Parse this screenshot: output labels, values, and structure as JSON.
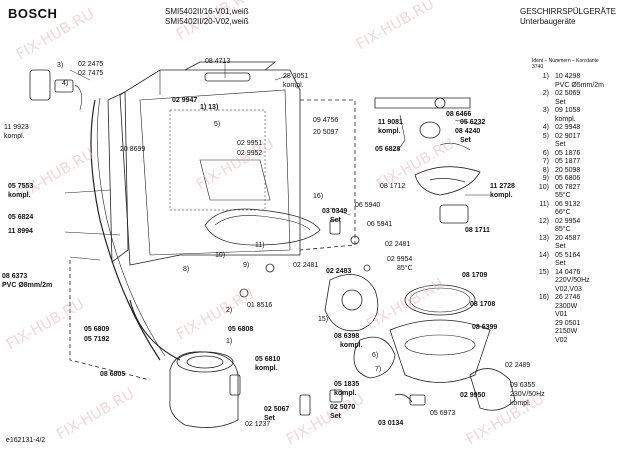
{
  "header": {
    "brand": "BOSCH",
    "model_line_1": "SMI5402II/16-V01,weiß",
    "model_line_2": "SMI5402II/20-V02,weiß",
    "category_line_1": "GESCHIRRSPÜLGERÄTE",
    "category_line_2": "Unterbaugeräte"
  },
  "legend": {
    "title": "Ident – Nummern – Konstante",
    "subtitle": "3740",
    "rows": [
      {
        "n": "1)",
        "v": "10 4298"
      },
      {
        "n": "",
        "v": "PVC Ø5mm/2m"
      },
      {
        "n": "2)",
        "v": "02 5069"
      },
      {
        "n": "",
        "v": "Set"
      },
      {
        "n": "3)",
        "v": "09 1058"
      },
      {
        "n": "",
        "v": "kompl."
      },
      {
        "n": "4)",
        "v": "02 9948"
      },
      {
        "n": "5)",
        "v": "02 9017"
      },
      {
        "n": "",
        "v": "Set"
      },
      {
        "n": "6)",
        "v": "05 1876"
      },
      {
        "n": "7)",
        "v": "05 1877"
      },
      {
        "n": "8)",
        "v": "20 5098"
      },
      {
        "n": "9)",
        "v": "05 6806"
      },
      {
        "n": "10)",
        "v": "06 7827"
      },
      {
        "n": "",
        "v": "55°C"
      },
      {
        "n": "11)",
        "v": "06 9132"
      },
      {
        "n": "",
        "v": "66°C"
      },
      {
        "n": "12)",
        "v": "02 9954"
      },
      {
        "n": "",
        "v": "85°C"
      },
      {
        "n": "13)",
        "v": "20 4587"
      },
      {
        "n": "",
        "v": "Set"
      },
      {
        "n": "14)",
        "v": "05 5164"
      },
      {
        "n": "",
        "v": "Set"
      },
      {
        "n": "15)",
        "v": "14 0476"
      },
      {
        "n": "",
        "v": "220V/50Hz"
      },
      {
        "n": "",
        "v": "V02,V03"
      },
      {
        "n": "16)",
        "v": "26 2746"
      },
      {
        "n": "",
        "v": "2300W"
      },
      {
        "n": "",
        "v": "V01"
      },
      {
        "n": "",
        "v": "29 0501"
      },
      {
        "n": "",
        "v": "2150W"
      },
      {
        "n": "",
        "v": "V02"
      }
    ]
  },
  "labels": {
    "l_022475": "02 2475",
    "l_027475": "02 7475",
    "l_3": "3)",
    "l_4": "4)",
    "l_084713": "08 4713",
    "l_283051": "28 3051",
    "l_kompl_a": "kompl.",
    "l_029947": "02 9947",
    "l_1_13": "1) 13)",
    "l_094756": "09 4756",
    "l_119923": "11 9923",
    "l_kompl_b": "kompl.",
    "l_5": "5)",
    "l_205097": "20 5097",
    "l_208699": "20 8699",
    "l_029951": "02 9951",
    "l_029952": "02 9952",
    "l_057553": "05 7553",
    "l_kompl_c": "kompl.",
    "l_056824": "05 6824",
    "l_16": "16)",
    "l_030349": "03 0349",
    "l_set_a": "Set",
    "l_118994": "11 8994",
    "l_10": "10)",
    "l_11": "11)",
    "l_9": "9)",
    "l_022481a": "02 2481",
    "l_022483": "02 2483",
    "l_8": "8)",
    "l_086373": "08 6373",
    "l_pvc8": "PVC Ø8mm/2m",
    "l_018516": "01 8516",
    "l_056809": "05 6809",
    "l_057192": "05 7192",
    "l_056808": "05 6808",
    "l_2": "2)",
    "l_1": "1)",
    "l_056810": "05 6810",
    "l_kompl_d": "kompl.",
    "l_086805": "08 6805",
    "l_051835": "05 1835",
    "l_kompl_e": "kompl.",
    "l_025067": "02 5067",
    "l_set_b": "Set",
    "l_025070": "02 5070",
    "l_set_c": "Set",
    "l_021237": "02 1237",
    "l_119081": "11 9081",
    "l_kompl_f": "kompl.",
    "l_086466": "08 6466",
    "l_056232": "05 6232",
    "l_084240": "08 4240",
    "l_set_d": "Set",
    "l_056828": "05 6828",
    "l_081712": "08 1712",
    "l_112728": "11 2728",
    "l_kompl_g": "kompl.",
    "l_065940": "06 5940",
    "l_065941": "06 5941",
    "l_081711": "08 1711",
    "l_022481b": "02 2481",
    "l_029954": "02 9954",
    "l_85c": "85°C",
    "l_081709": "08 1709",
    "l_081708": "08 1708",
    "l_15": "15)",
    "l_086398": "08 6398",
    "l_kompl_h": "kompl.",
    "l_086399": "08 6399",
    "l_6": "6)",
    "l_7": "7)",
    "l_022489": "02 2489",
    "l_029950": "02 9950",
    "l_096355": "09 6355",
    "l_230v": "230V/50Hz",
    "l_kompl_i": "kompl.",
    "l_056973": "05 6973",
    "l_030134": "03 0134"
  },
  "footer": {
    "doc_id": "e162131-4/2"
  },
  "watermark": "FIX-HUB.RU"
}
